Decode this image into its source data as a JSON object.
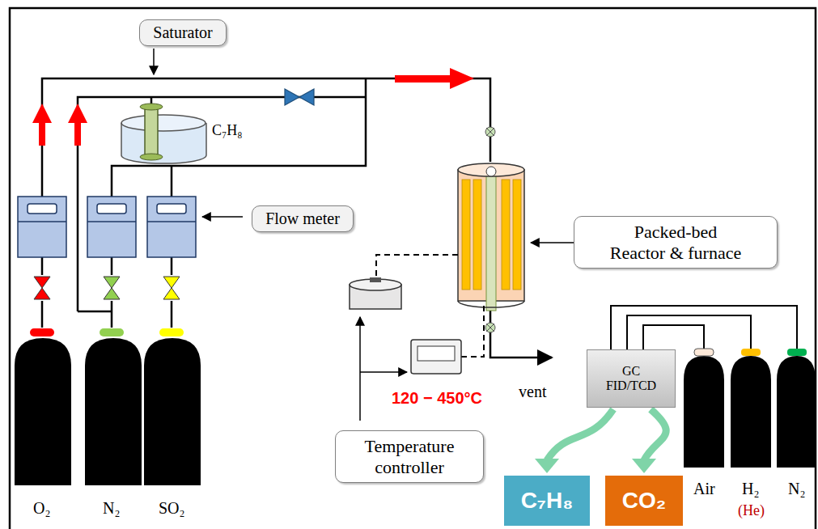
{
  "diagram": {
    "nodes": [
      {
        "text": [
          "Saturator"
        ]
      },
      {
        "text": [
          "Flow meter"
        ]
      },
      {
        "text": [
          "Packed-bed Reactor & furnace"
        ]
      },
      {
        "text": [
          "Temperature controller"
        ]
      },
      {
        "text": [
          "GC",
          "FID/TCD"
        ]
      },
      {
        "text": [
          "C₇H₈"
        ]
      },
      {
        "text": [
          "CO₂"
        ]
      }
    ],
    "edges": [
      {
        "from": 4,
        "to": 5,
        "arrow": "to"
      },
      {
        "from": 4,
        "to": 6,
        "arrow": "to"
      }
    ],
    "labels": [
      "C₇H₈",
      "120 − 450°C",
      "vent",
      "O₂",
      "N₂",
      "SO₂",
      "Air",
      "H₂",
      "(He)",
      "N₂"
    ]
  }
}
